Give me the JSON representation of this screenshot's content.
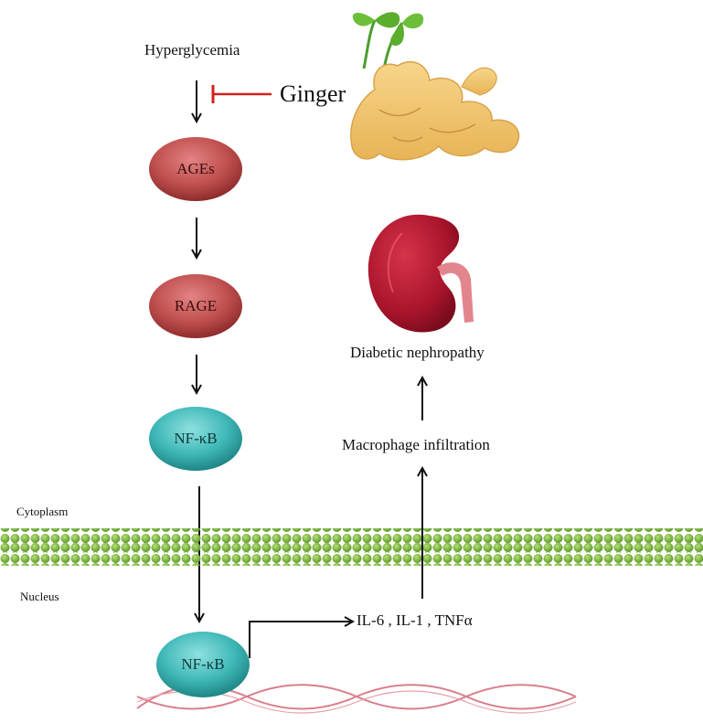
{
  "labels": {
    "hyperglycemia": "Hyperglycemia",
    "ginger": "Ginger",
    "ages": "AGEs",
    "rage": "RAGE",
    "nfkb_cytoplasm": "NF-κB",
    "nfkb_nucleus": "NF-κB",
    "cytoplasm": "Cytoplasm",
    "nucleus": "Nucleus",
    "cytokines": "IL-6 , IL-1 , TNFα",
    "macrophage": "Macrophage infiltration",
    "nephropathy": "Diabetic nephropathy"
  },
  "colors": {
    "red_node": "#c0504f",
    "teal_node": "#3fb8b8",
    "inhibition": "#d42020",
    "membrane": "#7cb342",
    "dna": "#d8808c",
    "kidney": "#b3172e"
  },
  "icons": {
    "ginger": "ginger-root-icon",
    "kidney": "kidney-icon"
  }
}
